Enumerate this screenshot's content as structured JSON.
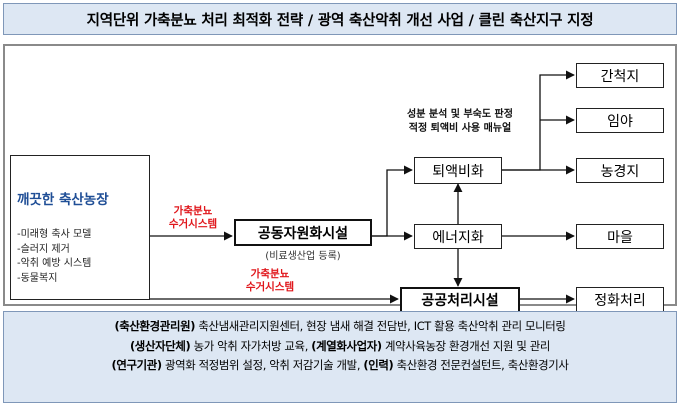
{
  "title": "지역단위 가축분뇨 처리 최적화 전략 / 광역 축산악취 개선 사업 / 클린 축산지구 지정",
  "farm": {
    "title": "깨끗한 축산농장",
    "items": [
      "-미래형 축사 모델",
      "-슬러지 제거",
      "-악취 예방 시스템",
      "-동물복지"
    ]
  },
  "collection": {
    "upper": [
      "가축분뇨",
      "수거시스템"
    ],
    "lower": [
      "가축분뇨",
      "수거시스템"
    ]
  },
  "facilities": {
    "joint": "공동자원화시설",
    "joint_sub": "(비료생산업 등록)",
    "public": "공공처리시설"
  },
  "process": {
    "compost": "퇴액비화",
    "energy": "에너지화"
  },
  "note": [
    "성분 분석 및 부숙도 판정",
    "적정 퇴액비 사용 매뉴얼"
  ],
  "outputs": {
    "reclaimed": "간척지",
    "forest": "임야",
    "farmland": "농경지",
    "village": "마을",
    "purification": "정화처리"
  },
  "bottom": {
    "line1": {
      "label": "(축산환경관리원)",
      "text": " 축산냄새관리지원센터, 현장 냄새 해결 전담반, ICT 활용 축산악취 관리 모니터링"
    },
    "line2a": {
      "label": "(생산자단체)",
      "text": " 농가 악취 자가처방 교육, "
    },
    "line2b": {
      "label": "(계열화사업자)",
      "text": " 계약사육농장 환경개선 지원 및 관리"
    },
    "line3a": {
      "label": "(연구기관)",
      "text": " 광역화 적정범위 설정, 악취 저감기술 개발, "
    },
    "line3b": {
      "label": "(인력)",
      "text": " 축산환경 전문컨설턴트, 축산환경기사"
    }
  }
}
